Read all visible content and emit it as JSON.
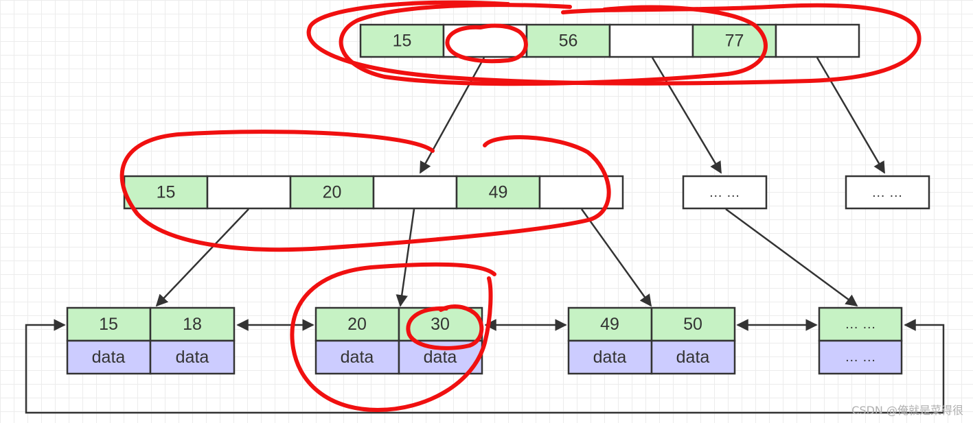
{
  "colors": {
    "key": "#c6f2c4",
    "data": "#ccccff",
    "empty": "#ffffff",
    "stroke": "#333333",
    "annotation": "#f01010"
  },
  "root_node": {
    "cells": [
      "15",
      "",
      "56",
      "",
      "77",
      ""
    ]
  },
  "internal_node": {
    "cells": [
      "15",
      "",
      "20",
      "",
      "49",
      ""
    ]
  },
  "placeholder_nodes": [
    {
      "label": "… …"
    },
    {
      "label": "… …"
    }
  ],
  "leaves": [
    {
      "keys": [
        "15",
        "18"
      ],
      "data": [
        "data",
        "data"
      ]
    },
    {
      "keys": [
        "20",
        "30"
      ],
      "data": [
        "data",
        "data"
      ]
    },
    {
      "keys": [
        "49",
        "50"
      ],
      "data": [
        "data",
        "data"
      ]
    },
    {
      "keys": [
        "… …"
      ],
      "data": [
        "… …"
      ]
    }
  ],
  "watermark": "CSDN @俺就是菜得很"
}
